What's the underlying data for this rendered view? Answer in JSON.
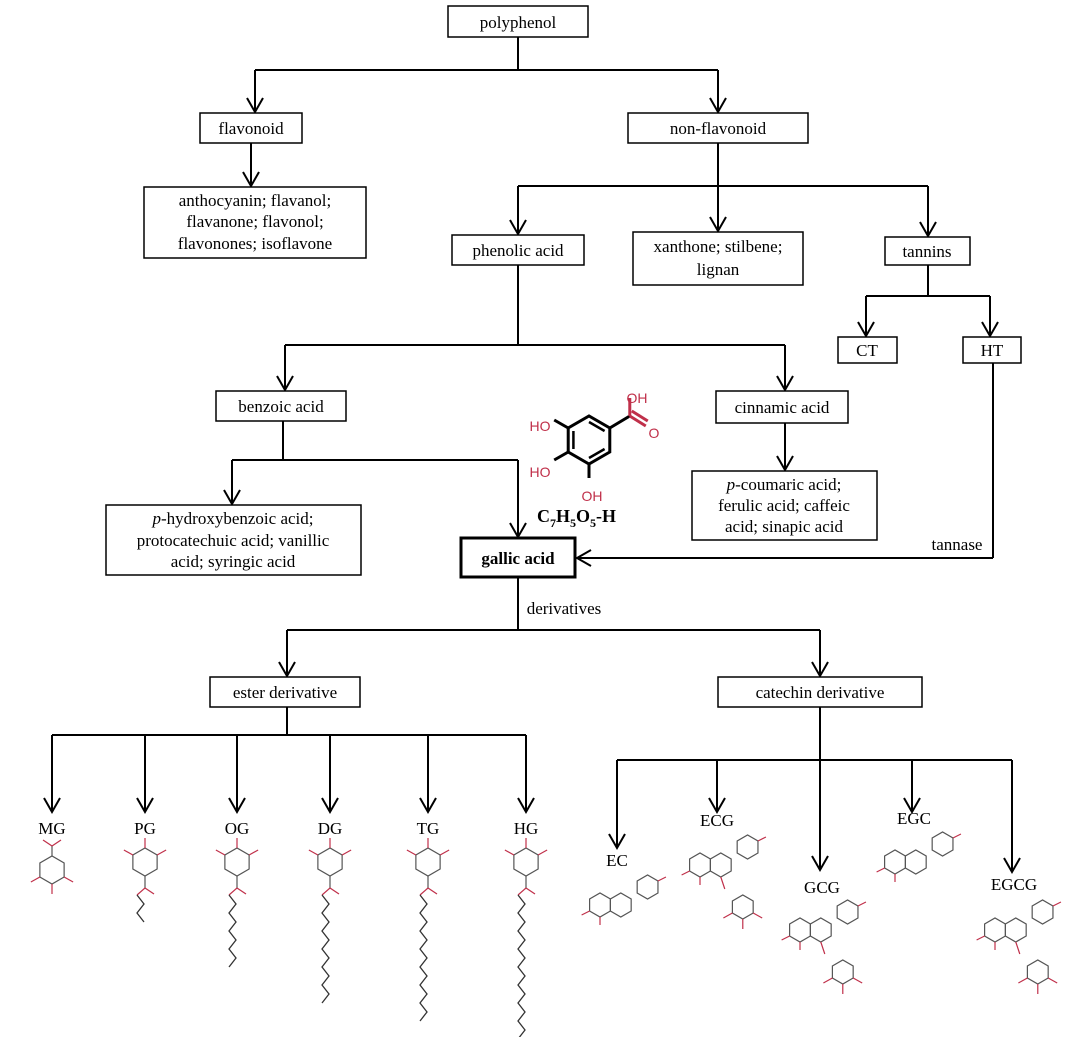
{
  "nodes": {
    "polyphenol": "polyphenol",
    "flavonoid": "flavonoid",
    "non_flavonoid": "non-flavonoid",
    "flavonoid_types": [
      "anthocyanin; flavanol;",
      "flavanone; flavonol;",
      "flavonones; isoflavone"
    ],
    "phenolic_acid": "phenolic acid",
    "non_flavonoid_other": [
      "xanthone; stilbene;",
      "lignan"
    ],
    "tannins": "tannins",
    "ct": "CT",
    "ht": "HT",
    "benzoic_acid": "benzoic acid",
    "cinnamic_acid": "cinnamic acid",
    "benzoic_types": {
      "italic_prefix": "p",
      "lines": [
        "-hydroxybenzoic acid;",
        "protocatechuic acid; vanillic",
        "acid; syringic acid"
      ]
    },
    "cinnamic_types": {
      "italic_prefix": "p",
      "lines": [
        "-coumaric acid;",
        "ferulic acid; caffeic",
        "acid; sinapic acid"
      ]
    },
    "gallic_acid": "gallic acid",
    "tannase": "tannase",
    "derivatives": "derivatives",
    "ester_derivative": "ester derivative",
    "catechin_derivative": "catechin derivative"
  },
  "gallic_structure": {
    "labels": {
      "ho_top": "HO",
      "ho_mid": "HO",
      "oh_bottom": "OH",
      "oh_acid": "OH",
      "o_acid": "O"
    },
    "formula": {
      "c": "C",
      "c_n": "7",
      "h": "H",
      "h_n": "5",
      "o": "O",
      "o_n": "5",
      "suffix": "-H"
    }
  },
  "ester_derivatives": [
    {
      "label": "MG",
      "chain": 0
    },
    {
      "label": "PG",
      "chain": 3
    },
    {
      "label": "OG",
      "chain": 8
    },
    {
      "label": "DG",
      "chain": 12
    },
    {
      "label": "TG",
      "chain": 14
    },
    {
      "label": "HG",
      "chain": 16
    }
  ],
  "catechin_derivatives": [
    {
      "label": "EC",
      "galloyl": false
    },
    {
      "label": "ECG",
      "galloyl": true
    },
    {
      "label": "GCG",
      "galloyl": true
    },
    {
      "label": "EGC",
      "galloyl": false
    },
    {
      "label": "EGCG",
      "galloyl": true
    }
  ],
  "colors": {
    "line": "#000000",
    "heteroatom": "#c0304a",
    "bond_small": "#555555"
  }
}
